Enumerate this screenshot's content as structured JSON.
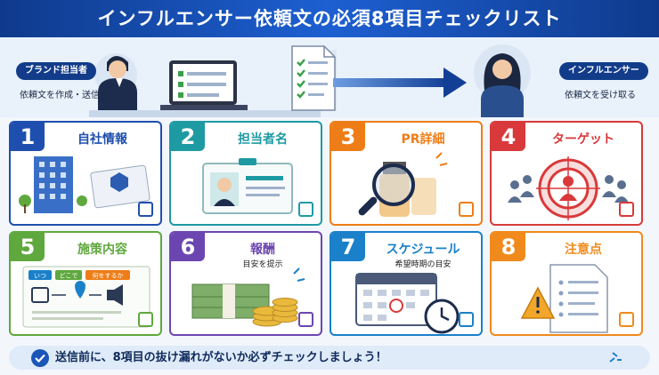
{
  "title": "インフルエンサー依頼文の必須8項目チェックリスト",
  "brand": {
    "label": "ブランド担当者",
    "sub": "依頼文を作成・送信"
  },
  "influencer": {
    "label": "インフルエンサー",
    "sub": "依頼文を受け取る"
  },
  "cards": [
    {
      "num": "1",
      "title": "自社情報",
      "color": "#1f4fae"
    },
    {
      "num": "2",
      "title": "担当者名",
      "color": "#1e9aa3"
    },
    {
      "num": "3",
      "title": "PR詳細",
      "color": "#ee7d18"
    },
    {
      "num": "4",
      "title": "ターゲット",
      "color": "#d9393a"
    },
    {
      "num": "5",
      "title": "施策内容",
      "color": "#5fa83e",
      "tags": [
        "いつ",
        "どこで",
        "何をするか"
      ]
    },
    {
      "num": "6",
      "title": "報酬",
      "sub": "目安を提示",
      "color": "#6c46b0"
    },
    {
      "num": "7",
      "title": "スケジュール",
      "sub": "希望時期の目安",
      "color": "#1a80c9"
    },
    {
      "num": "8",
      "title": "注意点",
      "color": "#f08a1c"
    }
  ],
  "footer": "送信前に、8項目の抜け漏れがないか必ずチェックしましょう！"
}
